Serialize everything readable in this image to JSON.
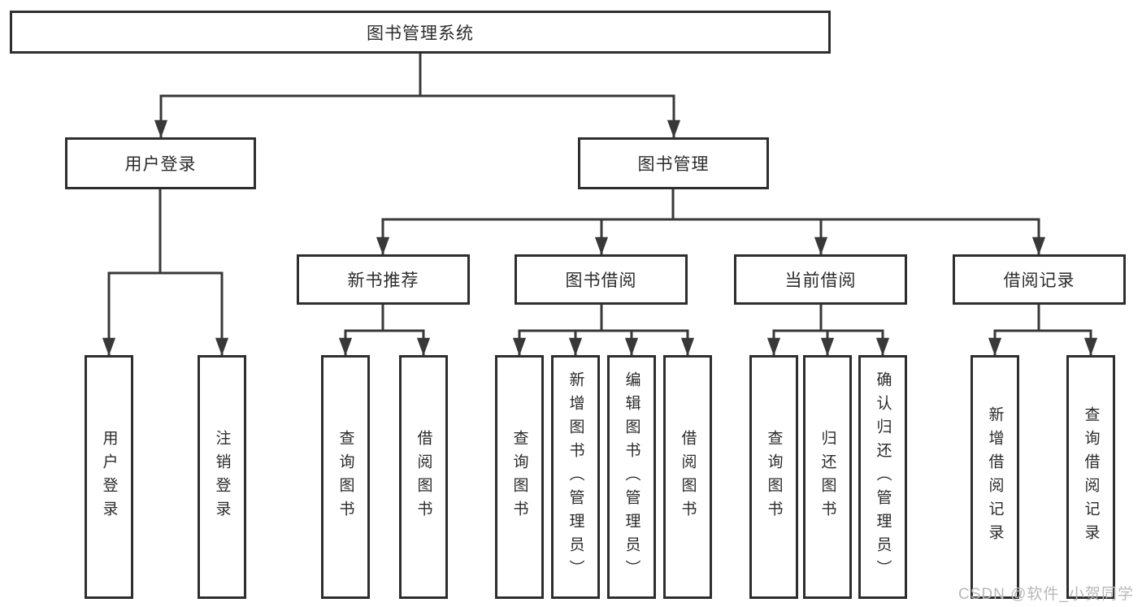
{
  "tree": {
    "label": "图书管理系统",
    "children": [
      {
        "label": "用户登录",
        "children": [
          {
            "label": "用户登录"
          },
          {
            "label": "注销登录"
          }
        ]
      },
      {
        "label": "图书管理",
        "children": [
          {
            "label": "新书推荐",
            "children": [
              {
                "label": "查询图书"
              },
              {
                "label": "借阅图书"
              }
            ]
          },
          {
            "label": "图书借阅",
            "children": [
              {
                "label": "查询图书"
              },
              {
                "label": "新增图书（管理员）"
              },
              {
                "label": "编辑图书（管理员）"
              },
              {
                "label": "借阅图书"
              }
            ]
          },
          {
            "label": "当前借阅",
            "children": [
              {
                "label": "查询图书"
              },
              {
                "label": "归还图书"
              },
              {
                "label": "确认归还（管理员）"
              }
            ]
          },
          {
            "label": "借阅记录",
            "children": [
              {
                "label": "新增借阅记录"
              },
              {
                "label": "查询借阅记录"
              }
            ]
          }
        ]
      }
    ]
  },
  "watermark": {
    "text": "CSDN @软件_小贺同学"
  },
  "colors": {
    "line": "#383838",
    "box_border": "#2e2e2e",
    "text": "#2b2b2b",
    "watermark": "#b8b8b8",
    "background": "#ffffff"
  }
}
